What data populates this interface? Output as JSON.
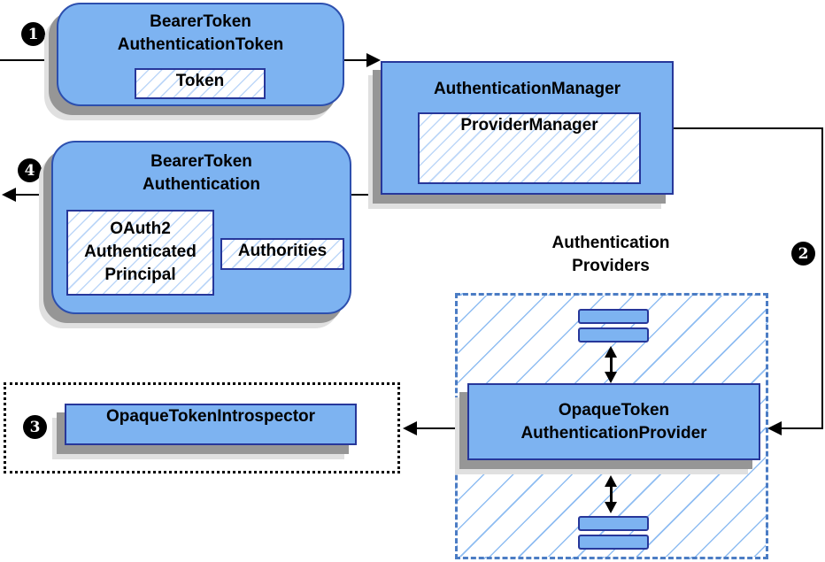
{
  "badges": {
    "step1": "1",
    "step2": "2",
    "step3": "3",
    "step4": "4"
  },
  "nodes": {
    "bearer_token_authentication_token": {
      "line1": "BearerToken",
      "line2": "AuthenticationToken",
      "token_label": "Token"
    },
    "authentication_manager": {
      "title": "AuthenticationManager",
      "provider_manager_label": "ProviderManager"
    },
    "bearer_token_authentication": {
      "line1": "BearerToken",
      "line2": "Authentication",
      "principal_line1": "OAuth2",
      "principal_line2": "Authenticated",
      "principal_line3": "Principal",
      "authorities_label": "Authorities"
    },
    "authentication_providers": {
      "label_line1": "Authentication",
      "label_line2": "Providers"
    },
    "opaque_token_authentication_provider": {
      "line1": "OpaqueToken",
      "line2": "AuthenticationProvider"
    },
    "opaque_token_introspector": {
      "label": "OpaqueTokenIntrospector"
    }
  },
  "colors": {
    "node_fill": "#7db3f1",
    "node_border": "#27379a",
    "rounded_border": "#2c4fae",
    "hatch_small": "#bdd7f8",
    "hatch_big": "#8fbdf2",
    "dashed_border": "#4b7cc4",
    "dotted_border": "#000000",
    "shadow_dark": "#969696",
    "shadow_light": "#e0e0e0",
    "line": "#000000",
    "badge_bg": "#000000",
    "badge_text": "#ffffff"
  }
}
